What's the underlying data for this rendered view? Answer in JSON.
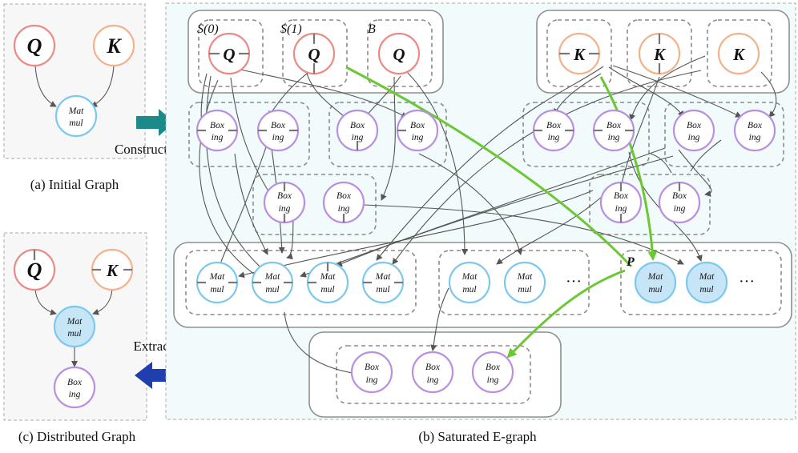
{
  "captions": {
    "initial": "(a) Initial Graph",
    "saturated": "(b) Saturated E-graph",
    "distributed": "(c) Distributed Graph"
  },
  "arrows": {
    "construct": "Construct",
    "extract": "Extract"
  },
  "labels": {
    "q": "Q",
    "k": "K",
    "s0": "S(0)",
    "s1": "S(1)",
    "b": "B",
    "p": "P",
    "mat": "Mat",
    "mul": "mul",
    "box": "Box",
    "ing": "ing",
    "ellipsis": "···"
  },
  "colors": {
    "q_stroke": "#ec8a85",
    "k_stroke": "#f2b28c",
    "matmul_stroke": "#7cc8ee",
    "matmul_fill": "#c6e6f7",
    "boxing_stroke": "#b98fe0",
    "construct_arrow": "#1d8a8a",
    "extract_arrow": "#1f3fb0",
    "highlight_edge": "#6cc832",
    "egraph_bg": "#f1fbfb"
  }
}
